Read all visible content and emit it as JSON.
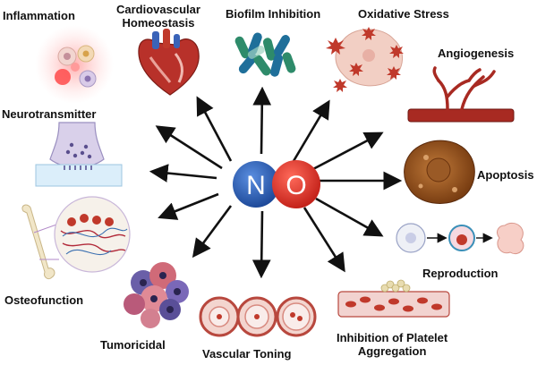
{
  "center": {
    "left_letter": "N",
    "right_letter": "O",
    "left_color": "#2f5fb0",
    "right_color": "#e33a2c"
  },
  "arrow_color": "#111111",
  "labels": {
    "inflammation": "Inflammation",
    "cardio_line1": "Cardiovascular",
    "cardio_line2": "Homeostasis",
    "biofilm": "Biofilm Inhibition",
    "oxidative": "Oxidative Stress",
    "angiogenesis": "Angiogenesis",
    "neurotransmitter": "Neurotransmitter",
    "apoptosis": "Apoptosis",
    "osteofunction": "Osteofunction",
    "reproduction": "Reproduction",
    "tumoricidal": "Tumoricidal",
    "vascular": "Vascular Toning",
    "platelet_line1": "Inhibition of Platelet",
    "platelet_line2": "Aggregation"
  }
}
